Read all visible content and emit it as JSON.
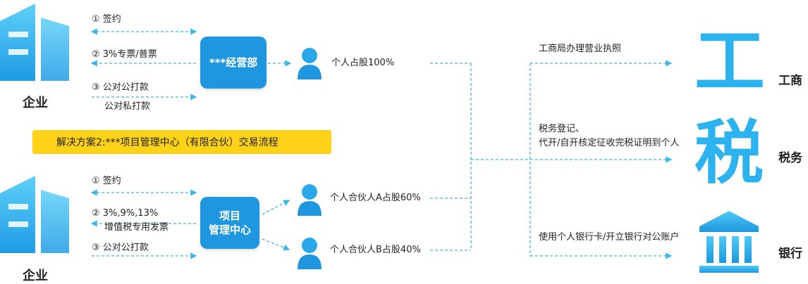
{
  "enterprise_top": {
    "label": "企业"
  },
  "enterprise_bottom": {
    "label": "企业"
  },
  "top_flow": {
    "step1": "① 签约",
    "step2": "② 3%专票/普票",
    "step3a": "③ 公对公打款",
    "step3b": "公对私打款",
    "center_box": "***经营部",
    "person": "个人占股100%"
  },
  "banner": {
    "text": "解决方案2:***项目管理中心（有限合伙）交易流程"
  },
  "bottom_flow": {
    "step1": "① 签约",
    "step2a": "② 3%,9%,13%",
    "step2b": "增值税专用发票",
    "step3": "③ 公对公打款",
    "center_box_line1": "项目",
    "center_box_line2": "管理中心",
    "partner_a": "个人合伙人A占股60%",
    "partner_b": "个人合伙人B占股40%"
  },
  "right_flow": {
    "gongshang_text": "工商局办理营业执照",
    "tax_text_line1": "税务登记、",
    "tax_text_line2": "代开/自开核定征收完税证明到个人",
    "bank_text": "使用个人银行卡/开立银行对公账户"
  },
  "targets": {
    "gongshang_glyph": "工",
    "gongshang_label": "工商",
    "tax_glyph": "税",
    "tax_label": "税务",
    "bank_label": "银行"
  },
  "colors": {
    "accent": "#1e96e0",
    "line": "#3bb6e8",
    "banner": "#ffd21a"
  }
}
